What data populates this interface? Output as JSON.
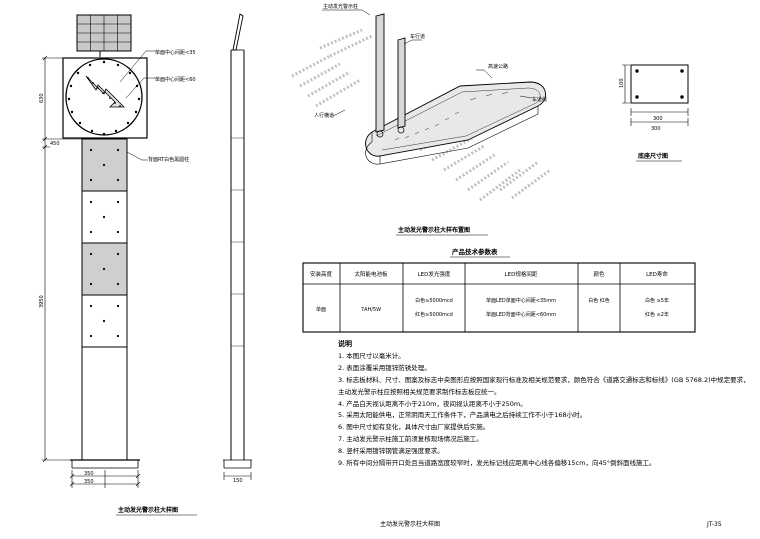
{
  "elevation": {
    "panel_labels": [
      "单面中心间距<35",
      "单面中心间距<60",
      "背面RT白色黑圆柱"
    ],
    "dims_left": [
      "450",
      "630",
      "3950"
    ],
    "dims_bottom": [
      "350",
      "350"
    ],
    "side_dim": "150",
    "caption": "主动发光警示柱大样图"
  },
  "perspective": {
    "labels": [
      "主动发光警示柱",
      "高速公路",
      "人行横道",
      "车道线",
      "车行道"
    ],
    "caption": "主动发光警示柱大样布置图"
  },
  "foundation": {
    "dims": [
      "100",
      "300"
    ],
    "caption": "底座尺寸图"
  },
  "spec_table": {
    "title": "产品技术参数表",
    "headers": [
      "安装高度",
      "太阳能电池板",
      "LED发光强度",
      "LED规格间距",
      "颜色",
      "LED寿命"
    ],
    "row": {
      "c1": "单面",
      "c2": "7AH/5W",
      "c3a": "白色≥5000mcd",
      "c3b": "红色≥5000mcd",
      "c4a": "单面LED单面中心间距<35mm",
      "c4b": "单面LED背面中心间距<60mm",
      "c5": "白色 红色",
      "c6a": "白色 ≥5年",
      "c6b": "红色 ≥2年"
    }
  },
  "notes": {
    "title": "说明",
    "items": [
      "1. 本图尺寸以毫米计。",
      "2. 表面涂覆采用镀锌防锈处理。",
      "3. 标志板材料、尺寸、图案及标志中央图形应按照国家现行标准及相关规范要求，颜色符合《道路交通标志和标线》(GB 5768.2)中规定要求，主动发光警示柱应按照相关规范要求制作标志板应统一。",
      "4. 产品白天视认距离不小于210m，夜间视认距离不小于250m。",
      "5. 采用太阳能供电，正常阴雨天工作条件下，产品满电之后持续工作不小于168小时。",
      "6. 图中尺寸如有变化，具体尺寸由厂家提供后实施。",
      "7. 主动发光警示柱施工前须复核现场情况后施工。",
      "8. 竖杆采用镀锌钢管满足强度要求。",
      "9. 所有中间分隔带开口处且当道路宽度较窄时，发光标记线应距离中心线各偏移15cm，向45°倒斜面线施工。"
    ]
  },
  "footer": {
    "caption": "主动发光警示柱大样图",
    "page": "JT-35"
  }
}
